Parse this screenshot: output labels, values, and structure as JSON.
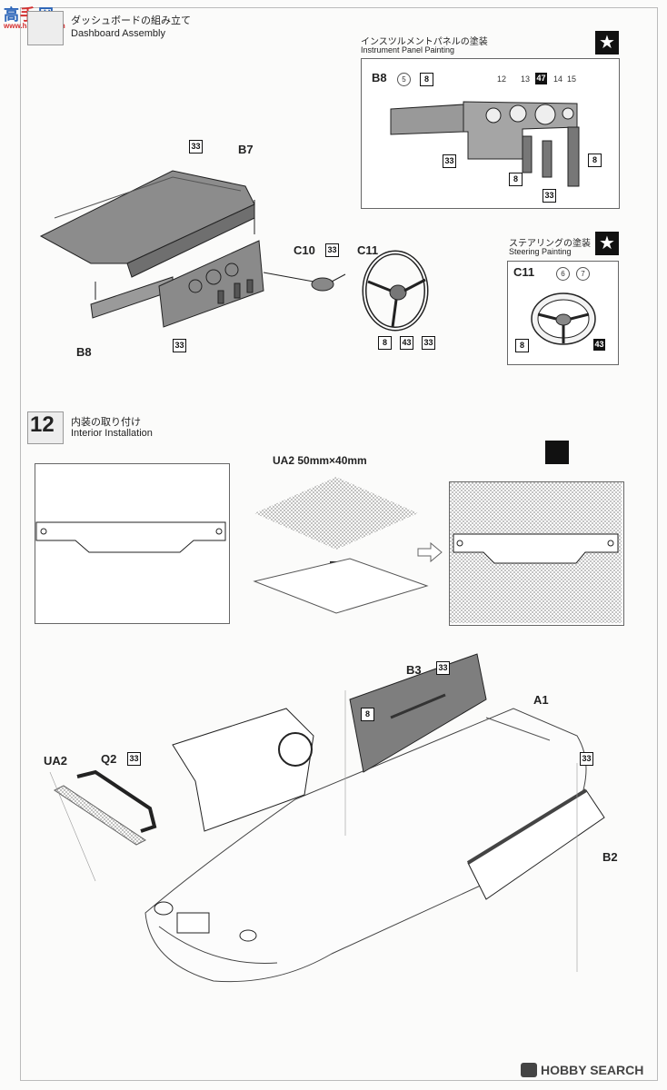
{
  "watermark_top": "www.hashou.com",
  "step11": {
    "title_jp": "ダッシュボードの組み立て",
    "title_en": "Dashboard Assembly",
    "parts": {
      "b7": "B7",
      "b8": "B8",
      "c10": "C10",
      "c11": "C11"
    },
    "paint_codes": {
      "b7": "33",
      "b8": "33",
      "c10": "33",
      "c11_a": "8",
      "c11_b": "43",
      "c11_c": "33"
    }
  },
  "instrument_panel": {
    "title_jp": "インスツルメントパネルの塗装",
    "title_en": "Instrument Panel Painting",
    "part": "B8",
    "codes": [
      "5",
      "8",
      "12",
      "13",
      "47",
      "14",
      "15",
      "33",
      "8",
      "8",
      "33"
    ]
  },
  "steering": {
    "title_jp": "ステアリングの塗装",
    "title_en": "Steering Painting",
    "part": "C11",
    "codes": [
      "6",
      "7",
      "8",
      "43"
    ]
  },
  "step12": {
    "number": "12",
    "title_jp": "内装の取り付け",
    "title_en": "Interior Installation",
    "mesh_label": "UA2  50mm×40mm",
    "parts": {
      "b3": "B3",
      "a1": "A1",
      "ua2": "UA2",
      "q2": "Q2",
      "b2": "B2"
    },
    "paint_codes": {
      "b3": "33",
      "b3_inner": "8",
      "q2": "33",
      "b2": "33"
    }
  },
  "footer": {
    "brand": "HOBBY SEARCH"
  },
  "colors": {
    "accent": "#111111",
    "frame": "#bbbbbb"
  }
}
